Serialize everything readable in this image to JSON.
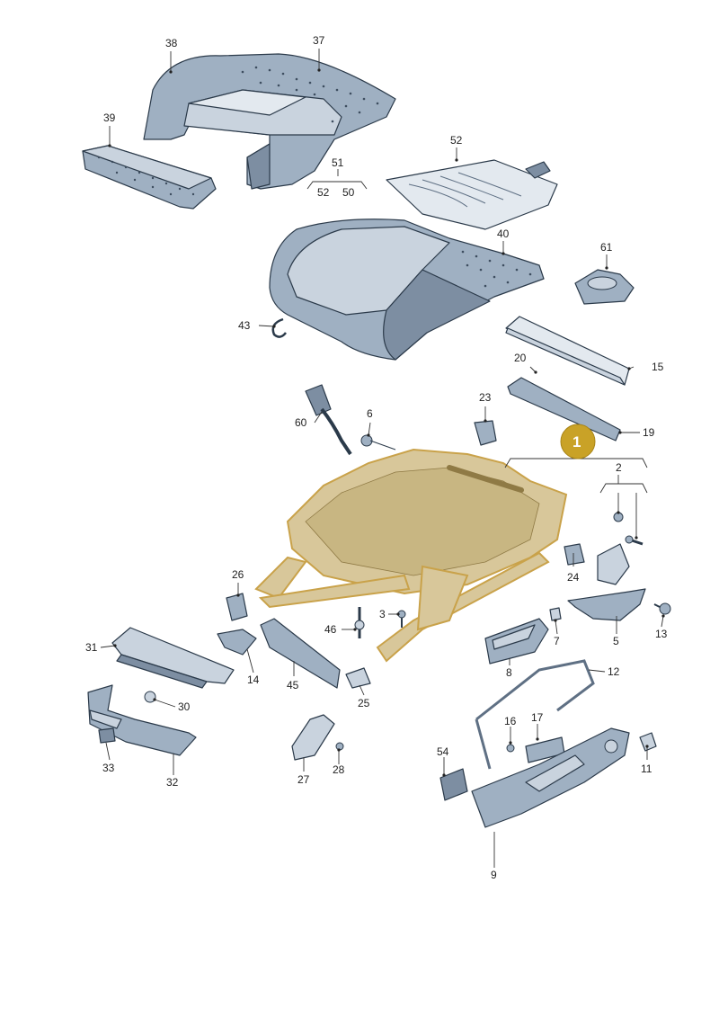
{
  "callouts": {
    "c38": "38",
    "c37": "37",
    "c39": "39",
    "c52a": "52",
    "c51": "51",
    "c52b": "52",
    "c50": "50",
    "c40": "40",
    "c61": "61",
    "c43": "43",
    "c15": "15",
    "c20": "20",
    "c23": "23",
    "c19": "19",
    "c60": "60",
    "c6": "6",
    "c2": "2",
    "c24": "24",
    "c26": "26",
    "c3": "3",
    "c46": "46",
    "c7": "7",
    "c5": "5",
    "c13": "13",
    "c31": "31",
    "c14": "14",
    "c45": "45",
    "c8": "8",
    "c12": "12",
    "c30": "30",
    "c25": "25",
    "c16": "16",
    "c17": "17",
    "c33": "33",
    "c32": "32",
    "c27": "27",
    "c28": "28",
    "c54": "54",
    "c11": "11",
    "c9": "9"
  },
  "highlight_badge": {
    "label": "1",
    "color": "#c9a227"
  },
  "colors": {
    "part_fill": "#9fb0c2",
    "highlight_outline": "#c9a24a"
  }
}
